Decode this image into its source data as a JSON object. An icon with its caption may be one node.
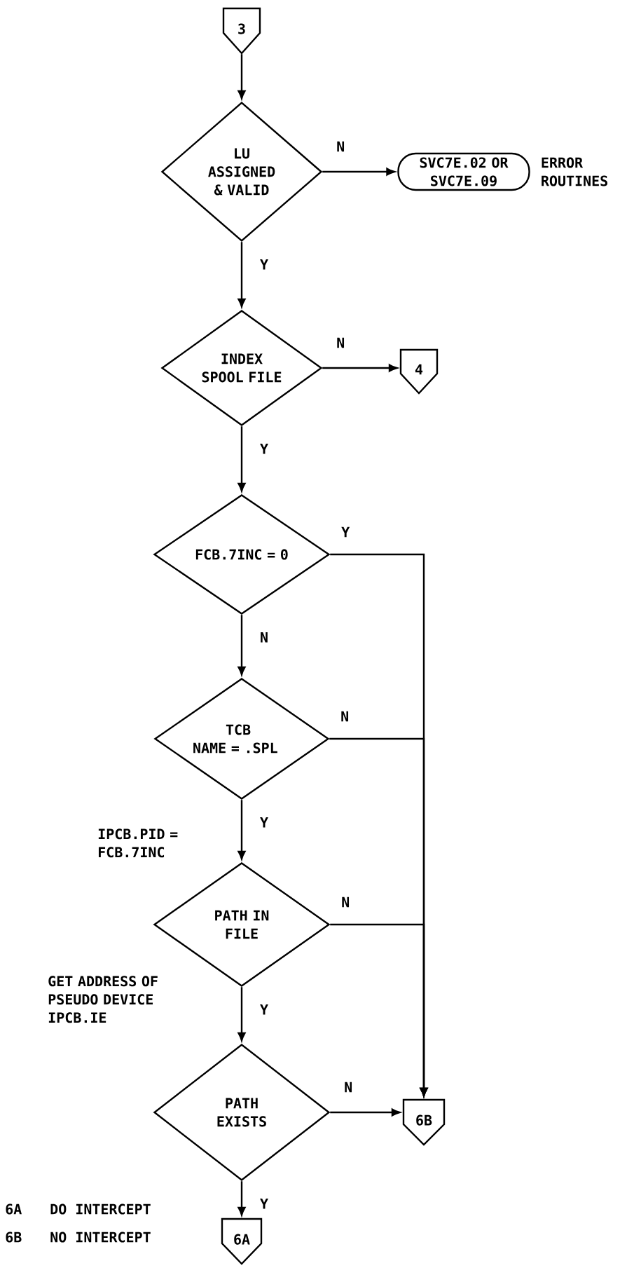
{
  "diagram": {
    "nodes": [
      {
        "text": [
          "3"
        ]
      },
      {
        "text": [
          "LU ASSIGNED & VALID"
        ]
      },
      {
        "text": [
          "SVC7E.02 OR SVC7E.09"
        ],
        "beside": [
          "ERROR ROUTINES"
        ]
      },
      {
        "text": [
          "INDEX SPOOL FILE"
        ]
      },
      {
        "text": [
          "4"
        ]
      },
      {
        "text": [
          "FCB.7INC = 0"
        ]
      },
      {
        "text": [
          "TCB NAME = .SPL"
        ]
      },
      {
        "text": [
          "PATH IN FILE"
        ],
        "beside": [
          "IPCB.PID = FCB.7INC"
        ]
      },
      {
        "text": [
          "PATH EXISTS"
        ]
      },
      {
        "text": [
          "6B"
        ]
      },
      {
        "text": [
          "6A"
        ]
      }
    ],
    "edges": [
      {
        "from": 0,
        "to": 1,
        "arrow": "to"
      },
      {
        "from": 1,
        "to": 2,
        "arrow": "to",
        "label": "N"
      },
      {
        "from": 1,
        "to": 3,
        "arrow": "to",
        "label": "Y"
      },
      {
        "from": 3,
        "to": 4,
        "arrow": "to",
        "label": "N"
      },
      {
        "from": 3,
        "to": 5,
        "arrow": "to",
        "label": "Y"
      },
      {
        "from": 5,
        "to": 9,
        "arrow": "to",
        "label": "Y"
      },
      {
        "from": 5,
        "to": 6,
        "arrow": "to",
        "label": "N"
      },
      {
        "from": 6,
        "to": 9,
        "arrow": "to",
        "label": "N"
      },
      {
        "from": 6,
        "to": 7,
        "arrow": "to",
        "label": "Y"
      },
      {
        "from": 7,
        "to": 9,
        "arrow": "to",
        "label": "N"
      },
      {
        "from": 7,
        "to": 8,
        "arrow": "to",
        "label": "Y"
      },
      {
        "from": 8,
        "to": 9,
        "arrow": "to",
        "label": "N"
      },
      {
        "from": 8,
        "to": 10,
        "arrow": "to",
        "label": "Y"
      }
    ],
    "labels": [
      "GET ADDRESS OF PSEUDO DEVICE IPCB.IE",
      "6A",
      "DO INTERCEPT",
      "6B",
      "NO INTERCEPT"
    ]
  }
}
